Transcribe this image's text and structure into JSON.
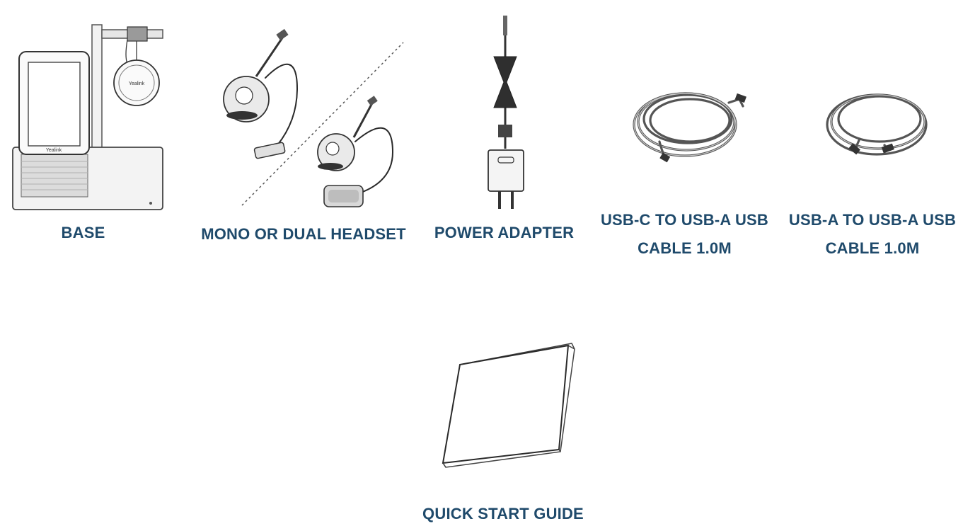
{
  "items": [
    {
      "label": "BASE",
      "icon": "desk-phone-base-icon"
    },
    {
      "label": "MONO OR DUAL HEADSET",
      "icon": "headset-icon"
    },
    {
      "label": "POWER ADAPTER",
      "icon": "power-adapter-icon"
    },
    {
      "label_line1": "USB-C TO USB-A USB",
      "label_line2": "CABLE 1.0M",
      "icon": "usb-c-cable-icon"
    },
    {
      "label_line1": "USB-A TO USB-A USB",
      "label_line2": "CABLE 1.0M",
      "icon": "usb-a-cable-icon"
    },
    {
      "label": "QUICK START GUIDE",
      "icon": "booklet-icon"
    }
  ],
  "brand_text": "Yealink",
  "colors": {
    "label": "#1f4a6b",
    "line_art": "#2a2a2a"
  }
}
